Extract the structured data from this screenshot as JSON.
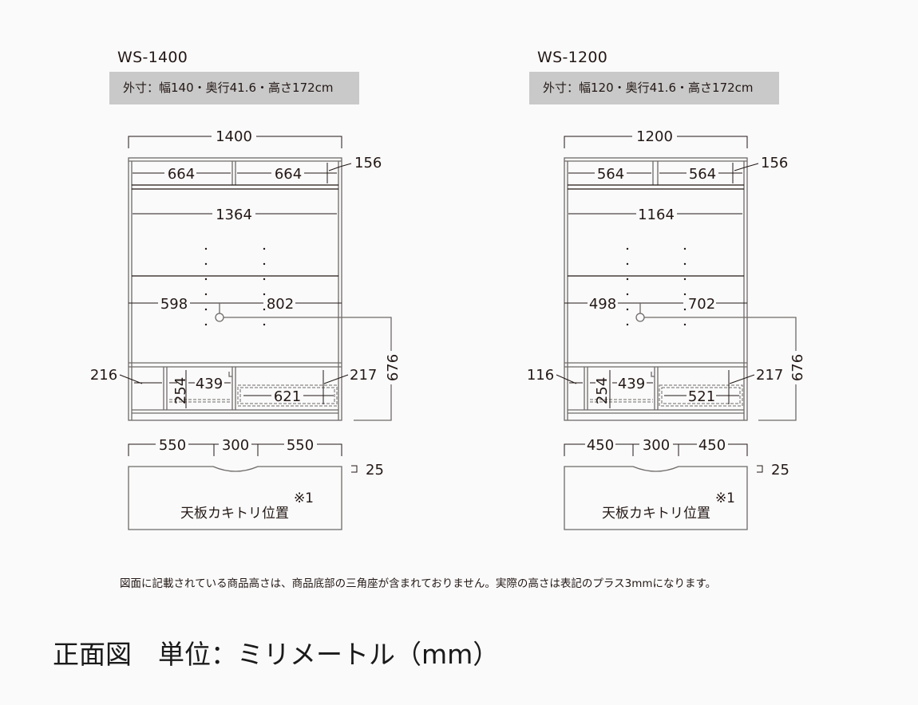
{
  "colors": {
    "background": "#fafafa",
    "spec_box": "#c9c9c9",
    "ink": "#231815",
    "frame": "#6e6a68"
  },
  "diagrams": [
    {
      "model": "WS-1400",
      "spec": "外寸：幅140・奥行41.6・高さ172cm",
      "overall_width": "1400",
      "upper_shelf_left": "664",
      "upper_shelf_right": "664",
      "upper_height": "156",
      "inner_width": "1364",
      "left_offset": "598",
      "right_offset": "802",
      "lower_left_height": "216",
      "drawer_height": "254",
      "drawer_width": "439",
      "right_compartment_width": "621",
      "right_compartment_height": "217",
      "cable_height": "676",
      "top_seg_left": "550",
      "top_seg_mid": "300",
      "top_seg_right": "550",
      "top_thickness": "25",
      "top_note_mark": "※1",
      "top_label": "天板カキトリ位置"
    },
    {
      "model": "WS-1200",
      "spec": "外寸：幅120・奥行41.6・高さ172cm",
      "overall_width": "1200",
      "upper_shelf_left": "564",
      "upper_shelf_right": "564",
      "upper_height": "156",
      "inner_width": "1164",
      "left_offset": "498",
      "right_offset": "702",
      "lower_left_height": "116",
      "drawer_height": "254",
      "drawer_width": "439",
      "right_compartment_width": "521",
      "right_compartment_height": "217",
      "cable_height": "676",
      "top_seg_left": "450",
      "top_seg_mid": "300",
      "top_seg_right": "450",
      "top_thickness": "25",
      "top_note_mark": "※1",
      "top_label": "天板カキトリ位置"
    }
  ],
  "note": "図面に記載されている商品高さは、商品底部の三角座が含まれておりません。実際の高さは表記のプラス3mmになります。",
  "footer": {
    "title": "正面図　単位：ミリメートル（mm）"
  },
  "icons": {
    "cable-hole": "circle",
    "top-thickness-marker": "bracket"
  }
}
